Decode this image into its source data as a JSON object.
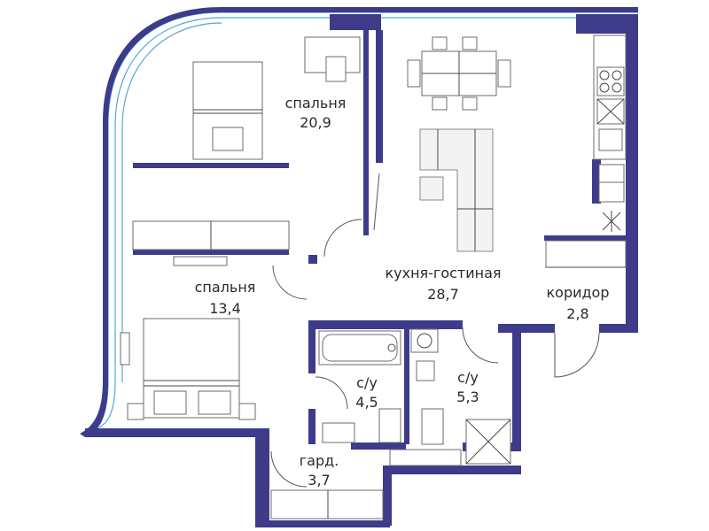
{
  "rooms": [
    {
      "id": "bedroom-1",
      "name": "спальня",
      "area": "20,9"
    },
    {
      "id": "bedroom-2",
      "name": "спальня",
      "area": "13,4"
    },
    {
      "id": "kitchen-living",
      "name": "кухня-гостиная",
      "area": "28,7"
    },
    {
      "id": "corridor",
      "name": "коридор",
      "area": "2,8"
    },
    {
      "id": "bathroom-1",
      "name": "с/у",
      "area": "4,5"
    },
    {
      "id": "bathroom-2",
      "name": "с/у",
      "area": "5,3"
    },
    {
      "id": "wardrobe",
      "name": "гард.",
      "area": "3,7"
    }
  ],
  "colors": {
    "wall": "#3d3b8a",
    "window": "#4fa8d8",
    "furniture_stroke": "#6b6b6b"
  }
}
